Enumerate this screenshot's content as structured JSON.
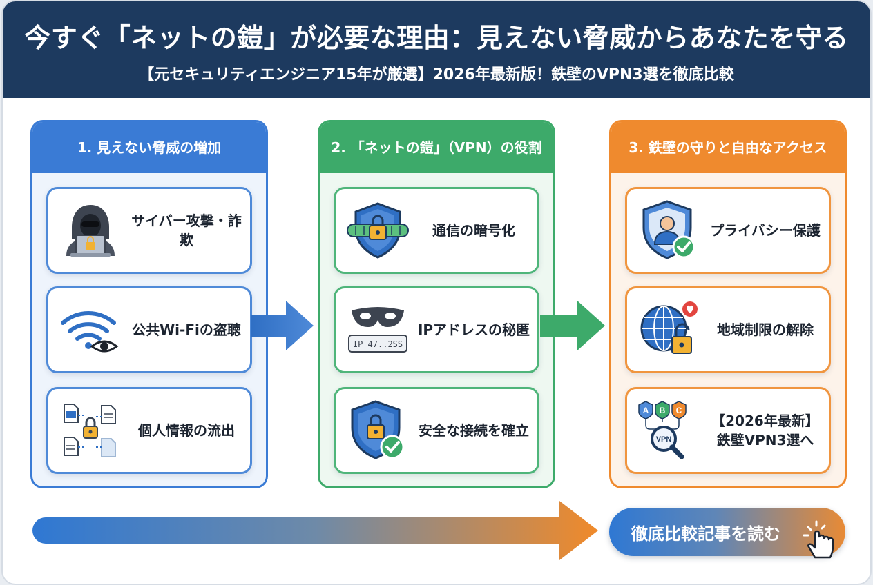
{
  "header": {
    "title": "今すぐ「ネットの鎧」が必要な理由：見えない脅威からあなたを守る",
    "subtitle": "【元セキュリティエンジニア15年が厳選】2026年最新版！鉄壁のVPN3選を徹底比較"
  },
  "columns": [
    {
      "heading": "1. 見えない脅威の増加",
      "items": [
        {
          "label": "サイバー攻撃・詐欺",
          "icon": "hooded-hacker-icon"
        },
        {
          "label": "公共Wi-Fiの盗聴",
          "icon": "wifi-eye-icon"
        },
        {
          "label": "個人情報の流出",
          "icon": "document-lock-icon"
        }
      ]
    },
    {
      "heading": "2. 「ネットの鎧」（VPN）の役割",
      "items": [
        {
          "label": "通信の暗号化",
          "icon": "shield-tunnel-lock-icon"
        },
        {
          "label": "IPアドレスの秘匿",
          "icon": "mask-ip-icon",
          "icon_text": "IP 47..2SS"
        },
        {
          "label": "安全な接続を確立",
          "icon": "shield-lock-check-icon"
        }
      ]
    },
    {
      "heading": "3. 鉄壁の守りと自由なアクセス",
      "items": [
        {
          "label": "プライバシー保護",
          "icon": "shield-user-check-icon"
        },
        {
          "label": "地域制限の解除",
          "icon": "globe-unlock-icon"
        },
        {
          "label_line1": "【2026年最新】",
          "label_line2": "鉄壁VPN3選へ",
          "icon": "abc-vpn-magnifier-icon",
          "icon_letters": [
            "A",
            "B",
            "C"
          ],
          "icon_text": "VPN"
        }
      ]
    }
  ],
  "cta": {
    "label": "徹底比較記事を読む",
    "icon": "pointer-hand-icon"
  },
  "colors": {
    "header": "#1d3a5f",
    "blue": "#3a7bd5",
    "green": "#3daa6a",
    "orange": "#ef8a2e"
  }
}
